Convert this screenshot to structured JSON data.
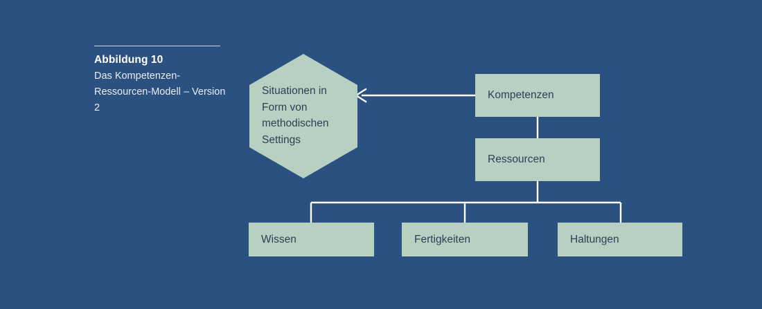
{
  "figure": {
    "caption_number": "Abbildung 10",
    "caption_text": "Das Kompetenzen-Ressourcen-Modell – Version 2"
  },
  "colors": {
    "background": "#2b5180",
    "node_fill": "#b7d0c1",
    "node_text": "#2c3f56",
    "connector": "#ffffff",
    "caption_title": "#ffffff",
    "caption_body": "#e7edf4",
    "rule": "#c9d6e4"
  },
  "diagram": {
    "type": "hierarchy-with-arrow",
    "nodes": [
      {
        "id": "situationen",
        "shape": "hexagon",
        "label": "Situationen in Form von methodischen Settings"
      },
      {
        "id": "kompetenzen",
        "shape": "rect",
        "label": "Kompetenzen"
      },
      {
        "id": "ressourcen",
        "shape": "rect",
        "label": "Ressourcen"
      },
      {
        "id": "wissen",
        "shape": "rect",
        "label": "Wissen"
      },
      {
        "id": "fertigkeiten",
        "shape": "rect",
        "label": "Fertigkeiten"
      },
      {
        "id": "haltungen",
        "shape": "rect",
        "label": "Haltungen"
      }
    ],
    "edges": [
      {
        "from": "kompetenzen",
        "to": "situationen",
        "style": "arrow-left"
      },
      {
        "from": "kompetenzen",
        "to": "ressourcen",
        "style": "line"
      },
      {
        "from": "ressourcen",
        "to": "wissen",
        "style": "elbow"
      },
      {
        "from": "ressourcen",
        "to": "fertigkeiten",
        "style": "elbow"
      },
      {
        "from": "ressourcen",
        "to": "haltungen",
        "style": "elbow"
      }
    ]
  },
  "labels": {
    "hex_line1": "Situationen in",
    "hex_line2": "Form von",
    "hex_line3": "methodischen",
    "hex_line4": "Settings",
    "kompetenzen": "Kompetenzen",
    "ressourcen": "Ressourcen",
    "wissen": "Wissen",
    "fertigkeiten": "Fertigkeiten",
    "haltungen": "Haltungen"
  }
}
